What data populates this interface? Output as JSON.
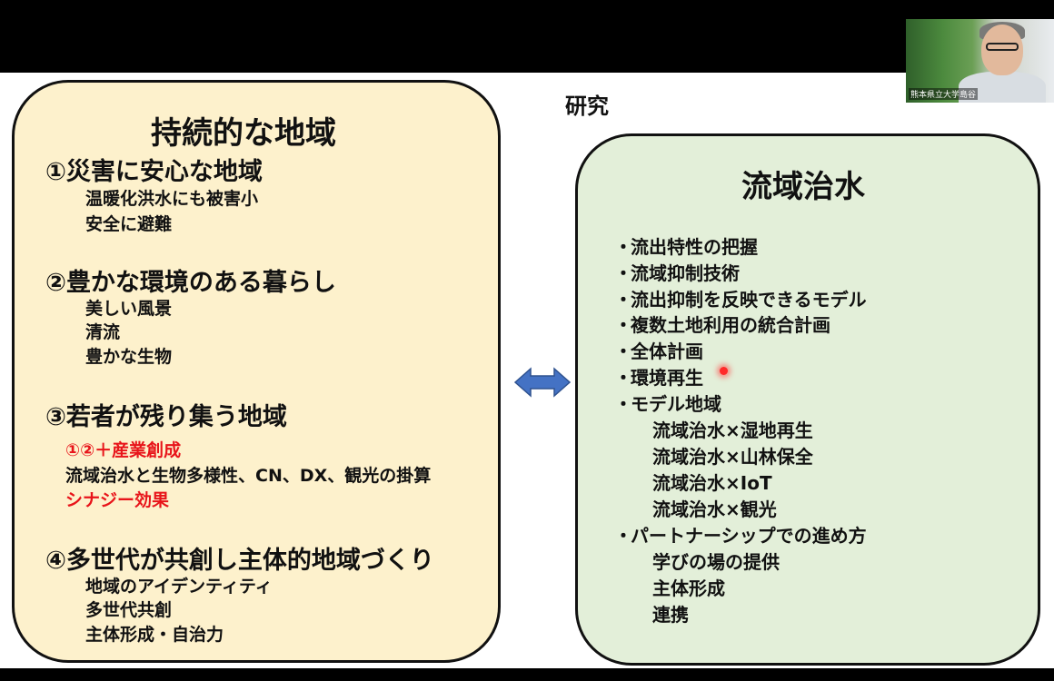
{
  "header": {
    "research_label": "研究"
  },
  "video": {
    "participant_name": "熊本県立大学島谷"
  },
  "left_panel": {
    "title": "持続的な地域",
    "sections": [
      {
        "heading": "①災害に安心な地域",
        "items": [
          "温暖化洪水にも被害小",
          "安全に避難"
        ]
      },
      {
        "heading": "②豊かな環境のある暮らし",
        "items": [
          "美しい風景",
          "清流",
          "豊かな生物"
        ]
      },
      {
        "heading": "③若者が残り集う地域",
        "note_red_1": "①②＋産業創成",
        "note": "流域治水と生物多様性、CN、DX、観光の掛算",
        "note_red_2": "シナジー効果"
      },
      {
        "heading": "④多世代が共創し主体的地域づくり",
        "items": [
          "地域のアイデンティティ",
          "多世代共創",
          "主体形成・自治力"
        ]
      }
    ]
  },
  "right_panel": {
    "title": "流域治水",
    "bullet_mark": "・",
    "bullets": [
      "流出特性の把握",
      "流域抑制技術",
      "流出抑制を反映できるモデル",
      "複数土地利用の統合計画",
      "全体計画",
      "環境再生",
      "モデル地域"
    ],
    "model_region_items": [
      "流域治水×湿地再生",
      "流域治水×山林保全",
      "流域治水×IoT",
      "流域治水×観光"
    ],
    "partnership": "パートナーシップでの進め方",
    "partnership_items": [
      "学びの場の提供",
      "主体形成",
      "連携"
    ]
  },
  "colors": {
    "left_panel_bg": "#fdf1cc",
    "right_panel_bg": "#e3efd9",
    "arrow": "#4472c4",
    "highlight_red": "#e8141a"
  },
  "icons": {
    "arrow": "double-headed-arrow-icon",
    "pointer": "laser-pointer-icon"
  }
}
